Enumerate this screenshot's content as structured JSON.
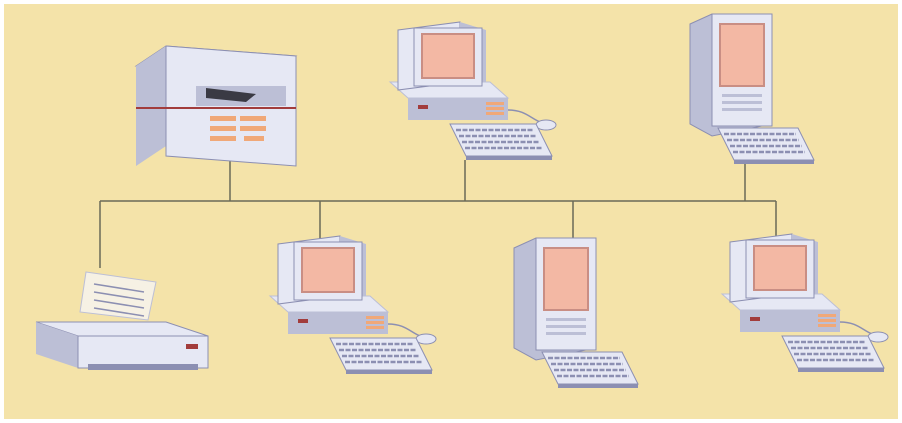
{
  "colors": {
    "background": "#f4e3a9",
    "page_border": "#ffffff",
    "bus_line": "#6a6a58",
    "case_light": "#e6e8f4",
    "case_mid": "#bcbfd6",
    "case_dark": "#8c8fb2",
    "screen": "#f3b8a4",
    "screen_dark": "#c98e84",
    "accent": "#a23c3c",
    "vent": "#f0a878",
    "paper": "#f6f1e4"
  },
  "devices": [
    {
      "icon": "server-icon",
      "kind": "server"
    },
    {
      "icon": "desktop-computer-icon",
      "kind": "desktop"
    },
    {
      "icon": "all-in-one-computer-icon",
      "kind": "allinone"
    },
    {
      "icon": "printer-icon",
      "kind": "printer"
    },
    {
      "icon": "desktop-computer-icon",
      "kind": "desktop"
    },
    {
      "icon": "all-in-one-computer-icon",
      "kind": "allinone"
    },
    {
      "icon": "desktop-computer-icon",
      "kind": "desktop"
    }
  ]
}
